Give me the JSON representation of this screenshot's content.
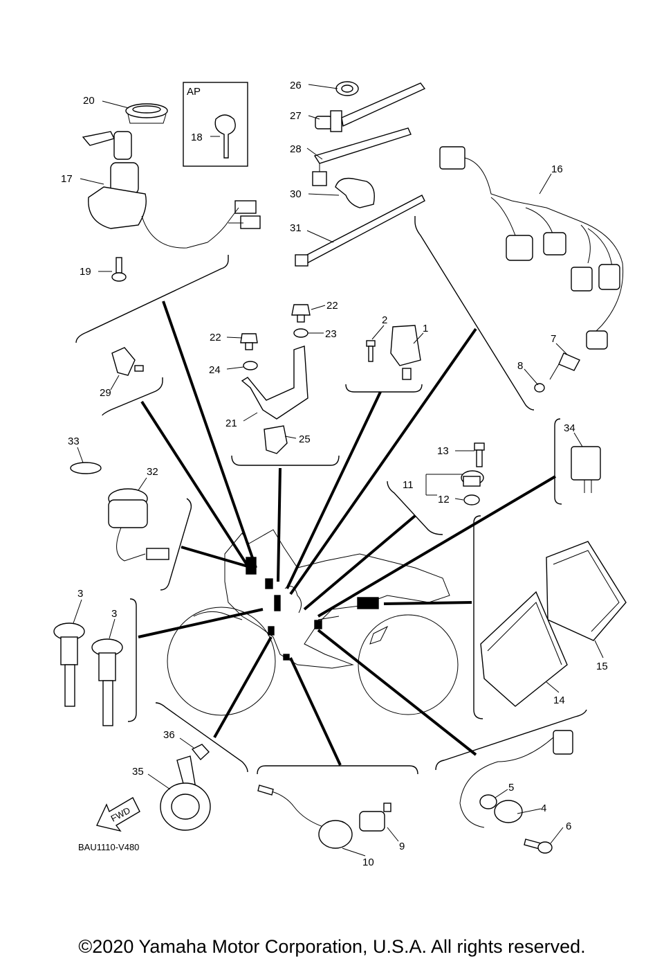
{
  "callouts": {
    "c1": "1",
    "c2": "2",
    "c3a": "3",
    "c3b": "3",
    "c4": "4",
    "c5": "5",
    "c6": "6",
    "c7": "7",
    "c8": "8",
    "c9": "9",
    "c10": "10",
    "c11": "11",
    "c12": "12",
    "c13": "13",
    "c14": "14",
    "c15": "15",
    "c16": "16",
    "c17": "17",
    "c18": "18",
    "c19": "19",
    "c20": "20",
    "c21": "21",
    "c22a": "22",
    "c22b": "22",
    "c23": "23",
    "c24": "24",
    "c25": "25",
    "c26": "26",
    "c27": "27",
    "c28": "28",
    "c29": "29",
    "c30": "30",
    "c31": "31",
    "c32": "32",
    "c33": "33",
    "c34": "34",
    "c35": "35",
    "c36": "36"
  },
  "ap_label": "AP",
  "fwd_label": "FWD",
  "diagram_ref": "BAU1110-V480",
  "copyright": "©2020 Yamaha Motor Corporation, U.S.A. All rights reserved."
}
